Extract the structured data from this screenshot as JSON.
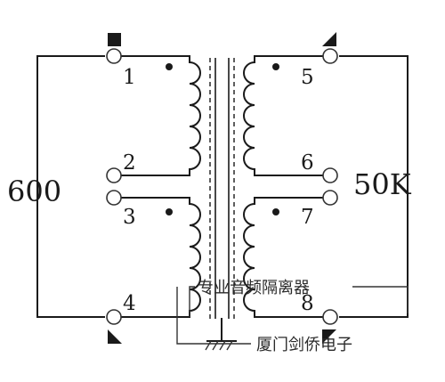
{
  "primary": {
    "impedance": "600",
    "pins": [
      "1",
      "2",
      "3",
      "4"
    ]
  },
  "secondary": {
    "impedance": "50K",
    "pins": [
      "5",
      "6",
      "7",
      "8"
    ]
  },
  "caption": {
    "product": "专业音频隔离器",
    "maker": "厦门剑侨电子"
  },
  "colors": {
    "ink": "#1a1a1a",
    "background": "#ffffff"
  }
}
